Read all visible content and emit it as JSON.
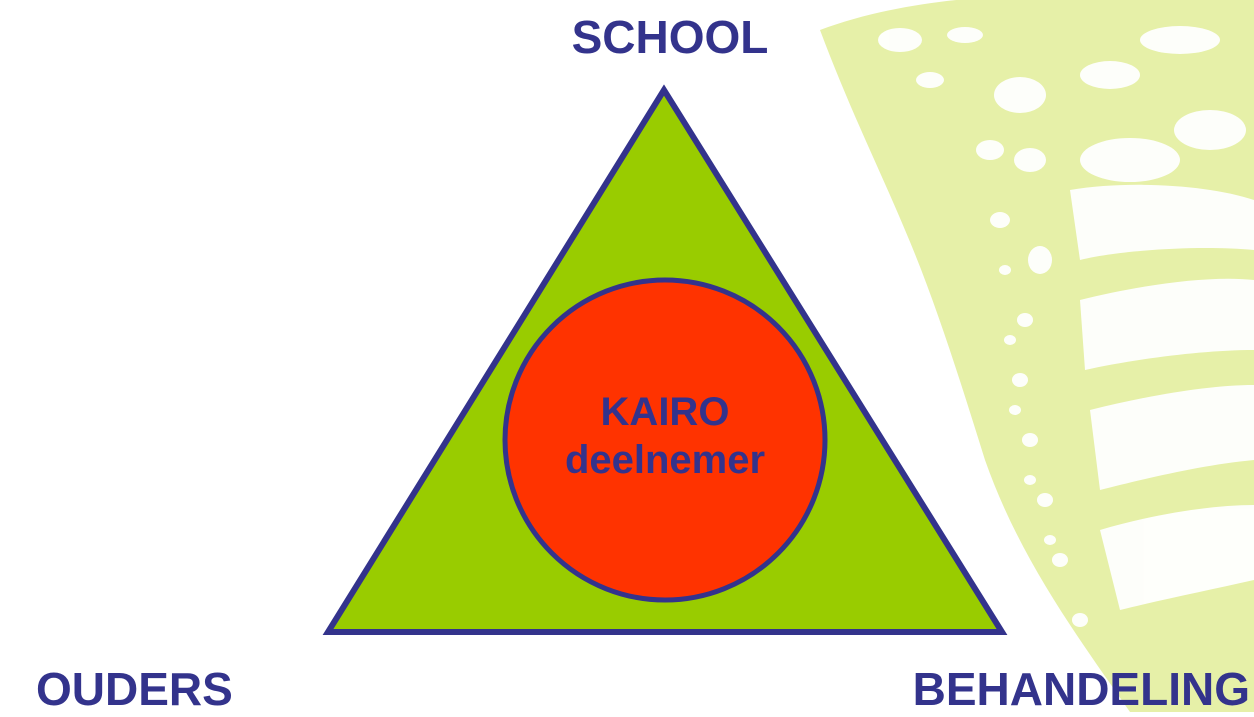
{
  "diagram": {
    "top_label": "SCHOOL",
    "left_label": "OUDERS",
    "right_label": "BEHANDELING",
    "center_line1": "KAIRO",
    "center_line2": "deelnemer"
  },
  "colors": {
    "triangle_fill": "#99cc00",
    "circle_fill": "#ff3300",
    "outline": "#33338c",
    "text": "#33338c",
    "butterfly_fill": "#e6f0a8"
  },
  "icons": {
    "background_decoration": "butterfly-wing-icon"
  }
}
